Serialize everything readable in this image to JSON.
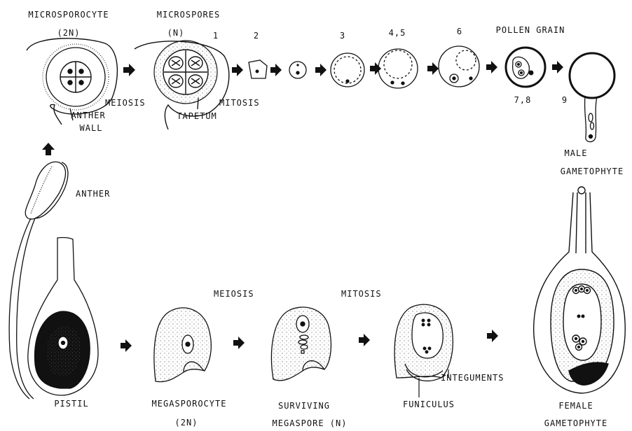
{
  "labels": {
    "microsporocyte": "MICROSPOROCYTE",
    "microsporocyte_ploidy": "(2N)",
    "microspores": "MICROSPORES",
    "microspores_ploidy": "(N)",
    "step_1": "1",
    "step_2": "2",
    "step_3": "3",
    "step_45": "4,5",
    "step_6": "6",
    "pollen_grain": "POLLEN GRAIN",
    "step_78": "7,8",
    "step_9": "9",
    "meiosis_top": "MEIOSIS",
    "mitosis_top": "MITOSIS",
    "anther_wall_1": "ANTHER",
    "anther_wall_2": "WALL",
    "tapetum": "TAPETUM",
    "male_1": "MALE",
    "male_2": "GAMETOPHYTE",
    "anther": "ANTHER",
    "meiosis_bottom": "MEIOSIS",
    "mitosis_bottom": "MITOSIS",
    "integuments": "INTEGUMENTS",
    "pistil": "PISTIL",
    "megasporocyte": "MEGASPOROCYTE",
    "megasporocyte_ploidy": "(2N)",
    "surviving_1": "SURVIVING",
    "surviving_2": "MEGASPORE (N)",
    "funiculus": "FUNICULUS",
    "female_1": "FEMALE",
    "female_2": "GAMETOPHYTE"
  },
  "colors": {
    "ink": "#111111",
    "stipple": "#b8b8b8",
    "paper": "#ffffff"
  }
}
